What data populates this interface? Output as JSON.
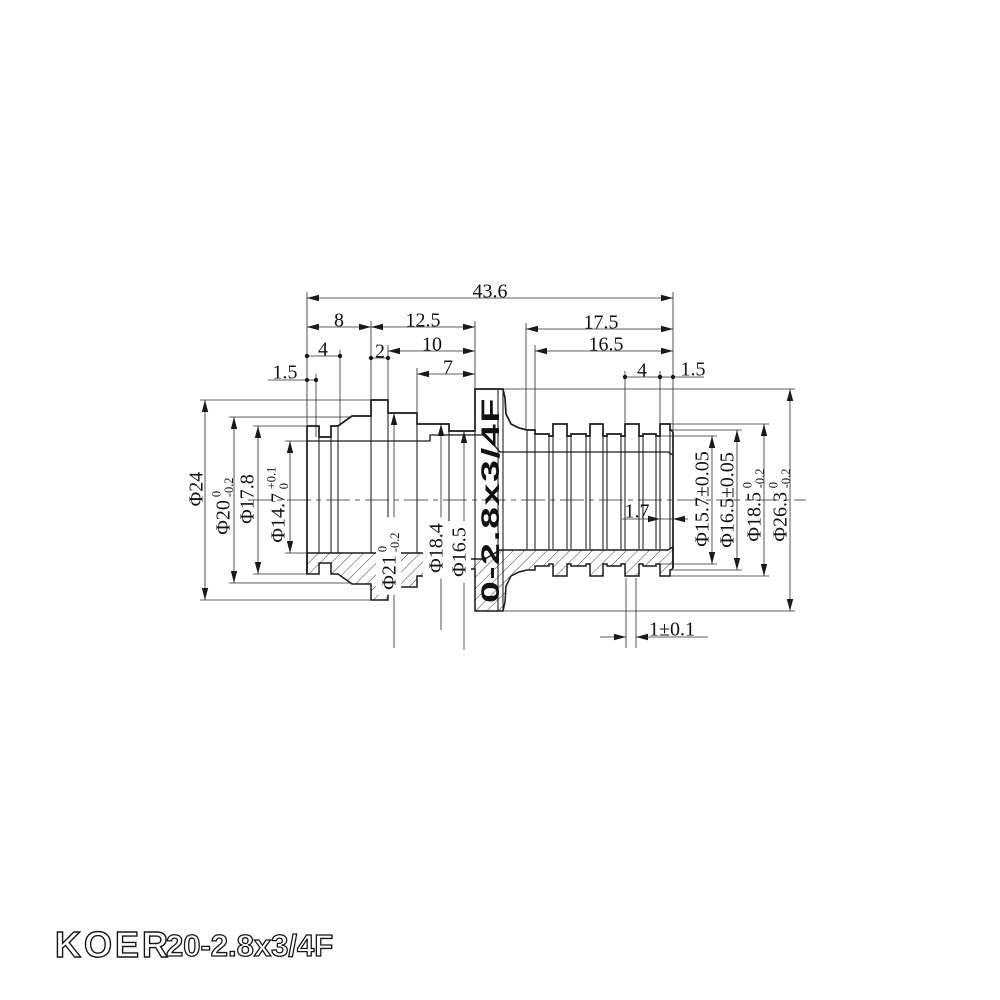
{
  "drawing": {
    "part_marking": "0-2.8x3/4F",
    "footer": {
      "brand": "KOER",
      "model": "20-2.8x3/4F"
    },
    "dims": {
      "total_length": "43.6",
      "left_section": "8",
      "mid_section": "12.5",
      "barb_section": "17.5",
      "mid_sub": "10",
      "barb_sub": "16.5",
      "mid_sub2": "7",
      "left_groove": "4",
      "collar_width": "2",
      "barb_pitch": "4",
      "left_land": "1.5",
      "end_land": "1.5",
      "groove_width": "1.7",
      "rib_width": "1±0.1",
      "dia_24": {
        "main": "Φ24"
      },
      "dia_20": {
        "main": "Φ20",
        "tol_top": "0",
        "tol_bot": "-0.2"
      },
      "dia_17_8": {
        "main": "Φ17.8"
      },
      "dia_14_7": {
        "main": "Φ14.7",
        "tol_top": "+0.1",
        "tol_bot": "0"
      },
      "dia_21": {
        "main": "Φ21",
        "tol_top": "0",
        "tol_bot": "-0.2"
      },
      "dia_18_4": {
        "main": "Φ18.4"
      },
      "dia_16_5_left": {
        "main": "Φ16.5"
      },
      "dia_15_7": {
        "main": "Φ15.7±0.05"
      },
      "dia_16_5_right": {
        "main": "Φ16.5±0.05"
      },
      "dia_18_5": {
        "main": "Φ18.5",
        "tol_top": "0",
        "tol_bot": "-0.2"
      },
      "dia_26_3": {
        "main": "Φ26.3",
        "tol_top": "0",
        "tol_bot": "-0.2"
      }
    }
  }
}
